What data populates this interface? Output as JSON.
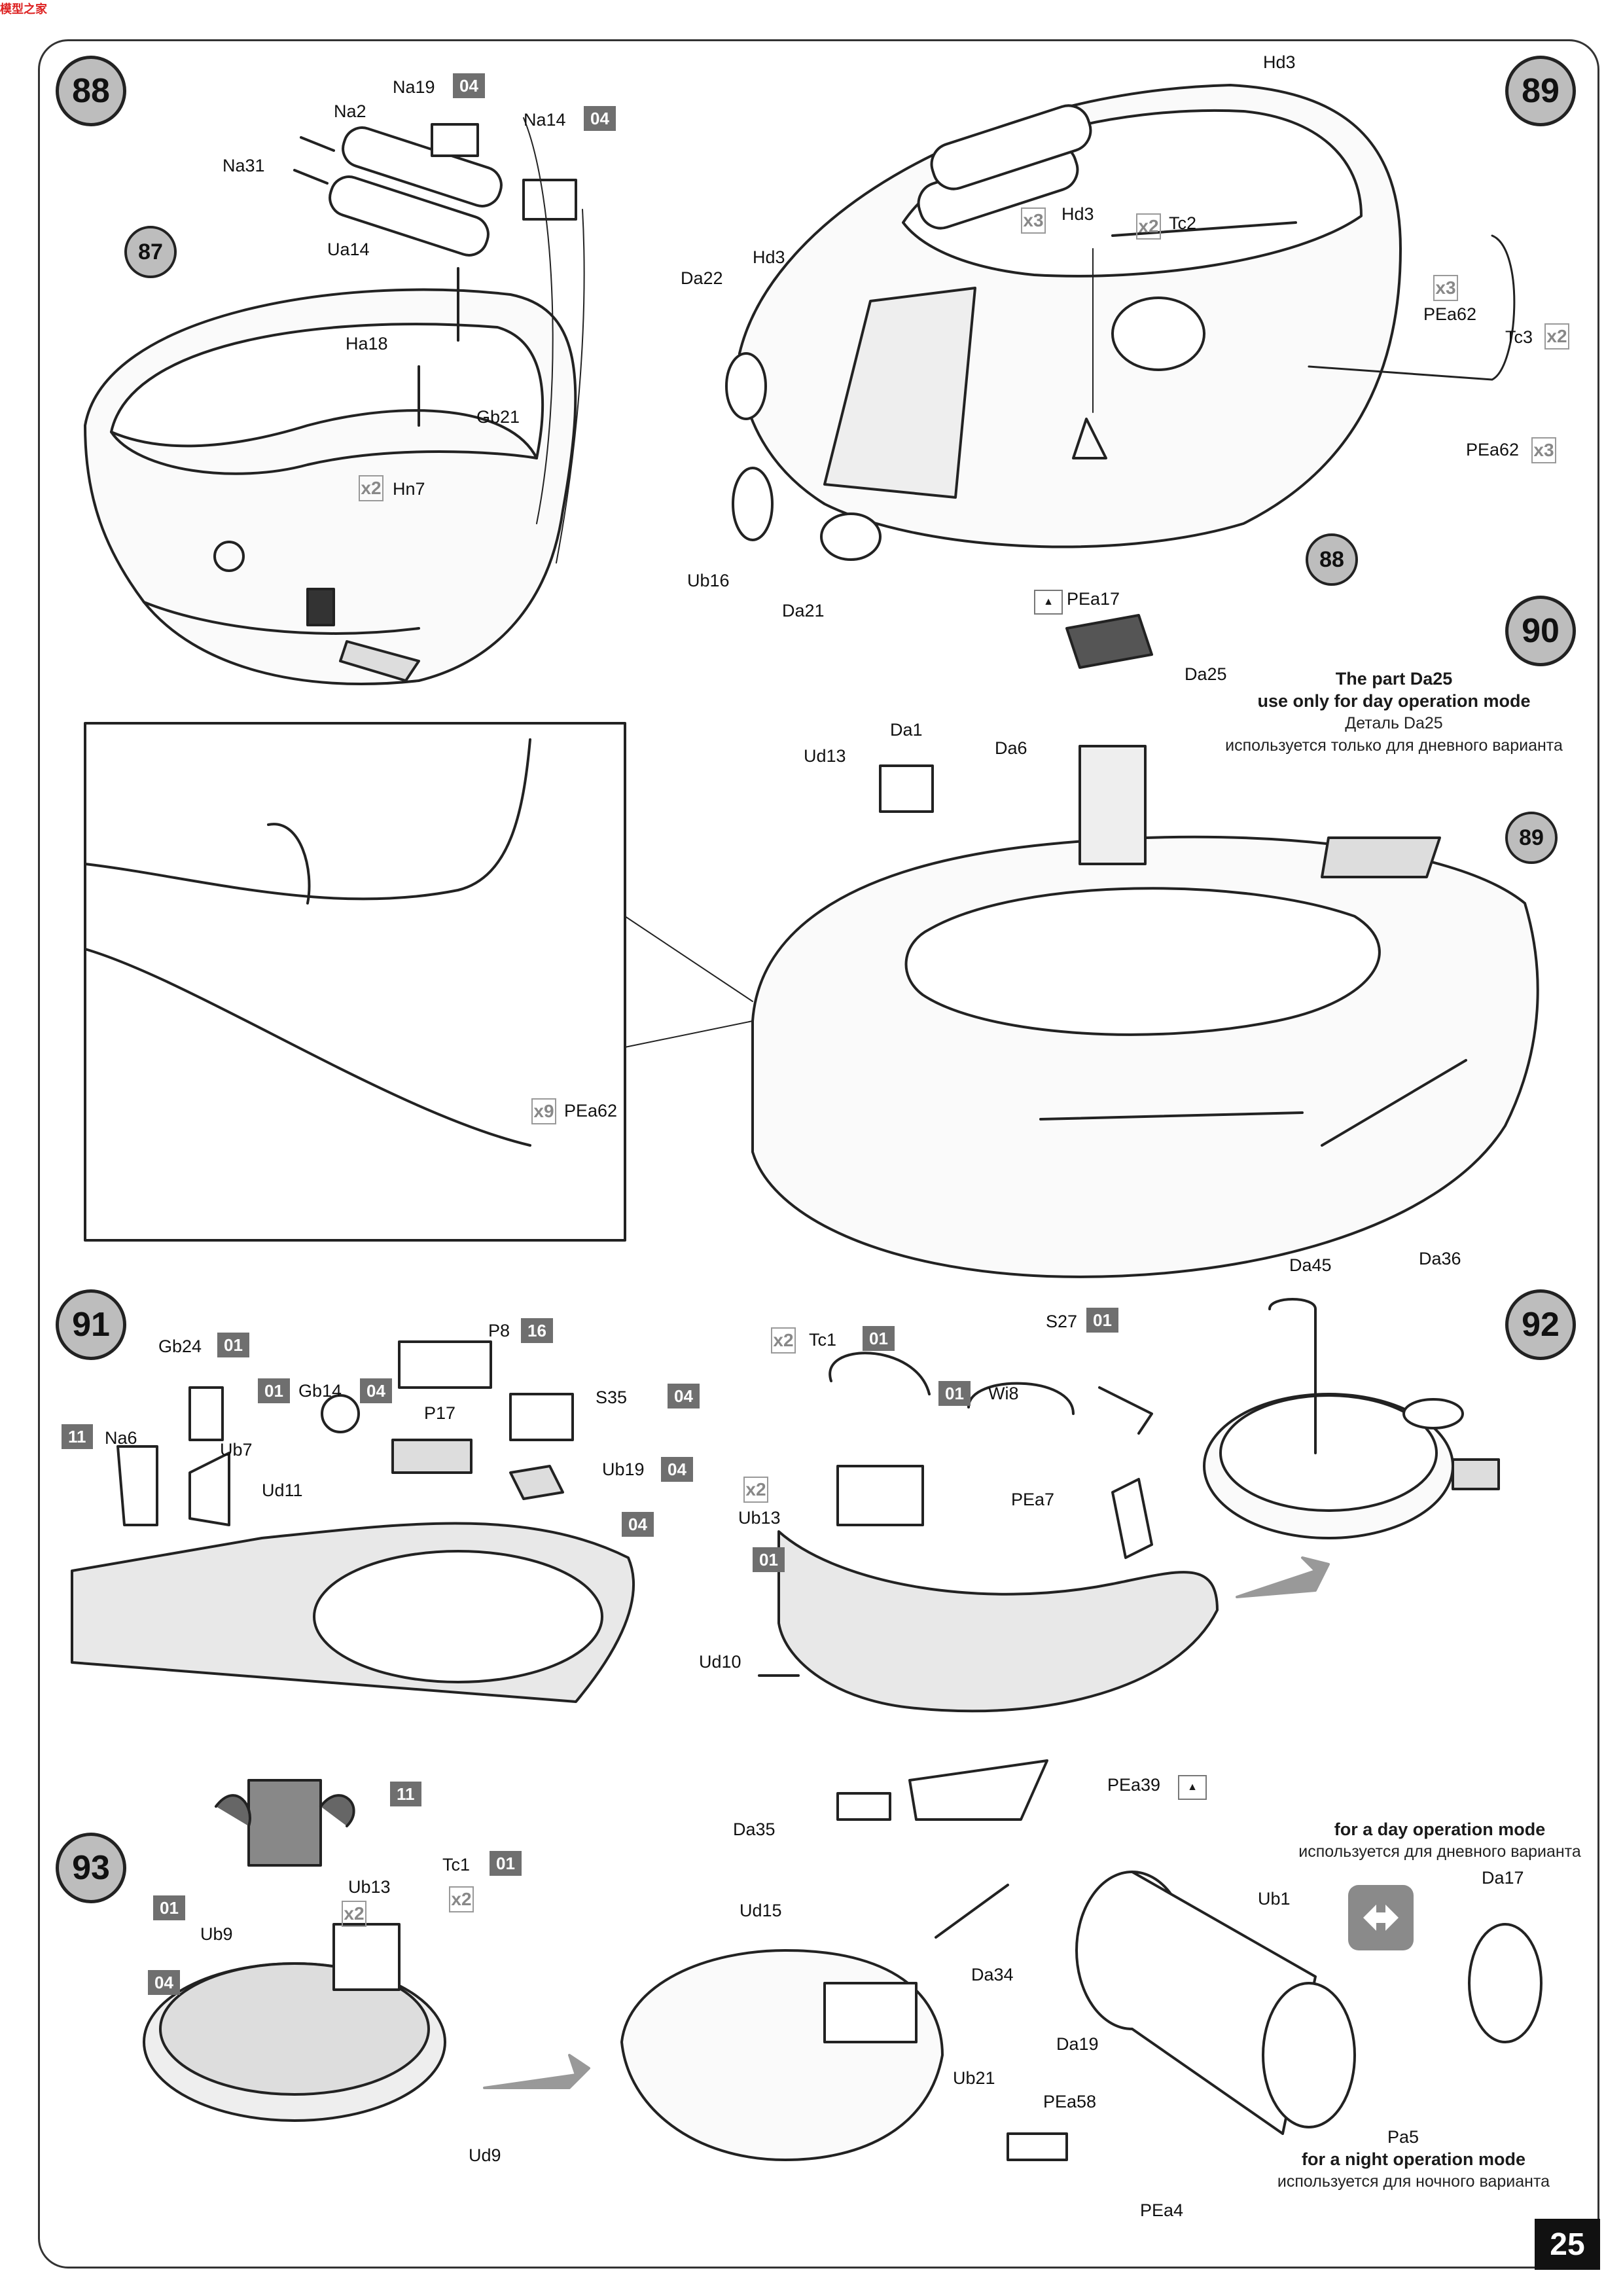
{
  "brand": "模型之家",
  "page_number": "25",
  "steps": [
    "88",
    "89",
    "90",
    "91",
    "92",
    "93"
  ],
  "step_refs": [
    "87",
    "88",
    "89"
  ],
  "labels": {
    "s88": [
      "Na19",
      "Na2",
      "Na31",
      "Na14",
      "Ua14",
      "Ha18",
      "Gb21",
      "Hn7"
    ],
    "s89": [
      "Hd3",
      "Hd3",
      "Tc2",
      "Da22",
      "Hd3",
      "PEa62",
      "Tc3",
      "PEa62",
      "Ub16",
      "Da21"
    ],
    "s90": [
      "PEa17",
      "Da25",
      "Da1",
      "Da6",
      "Ud13",
      "PEa62"
    ],
    "s91": [
      "Gb24",
      "Gb14",
      "P8",
      "P17",
      "S35",
      "Na6",
      "Ub7",
      "Ud11",
      "Ub19"
    ],
    "s92": [
      "Tc1",
      "S27",
      "Wi8",
      "PEa7",
      "Ub13",
      "Ud10",
      "Da45",
      "Da36"
    ],
    "s93": [
      "Ub13",
      "Tc1",
      "Ub9",
      "Ud9",
      "Da35",
      "PEa39",
      "Ud15",
      "Da34",
      "Ub1",
      "Da19",
      "Ub21",
      "PEa58",
      "PEa4",
      "Da17",
      "Pa5"
    ]
  },
  "badges": {
    "b04": "04",
    "b01": "01",
    "b11": "11",
    "b16": "16"
  },
  "multipliers": {
    "x2": "x2",
    "x3": "x3",
    "x9": "x9"
  },
  "notes": {
    "da25_en_1": "The part Da25",
    "da25_en_2": "use only for day operation mode",
    "da25_ru_1": "Деталь Da25",
    "da25_ru_2": "используется только для дневного варианта",
    "day_en": "for a day operation mode",
    "day_ru": "используется для дневного варианта",
    "night_en": "for a night operation mode",
    "night_ru": "используется для ночного варианта"
  }
}
